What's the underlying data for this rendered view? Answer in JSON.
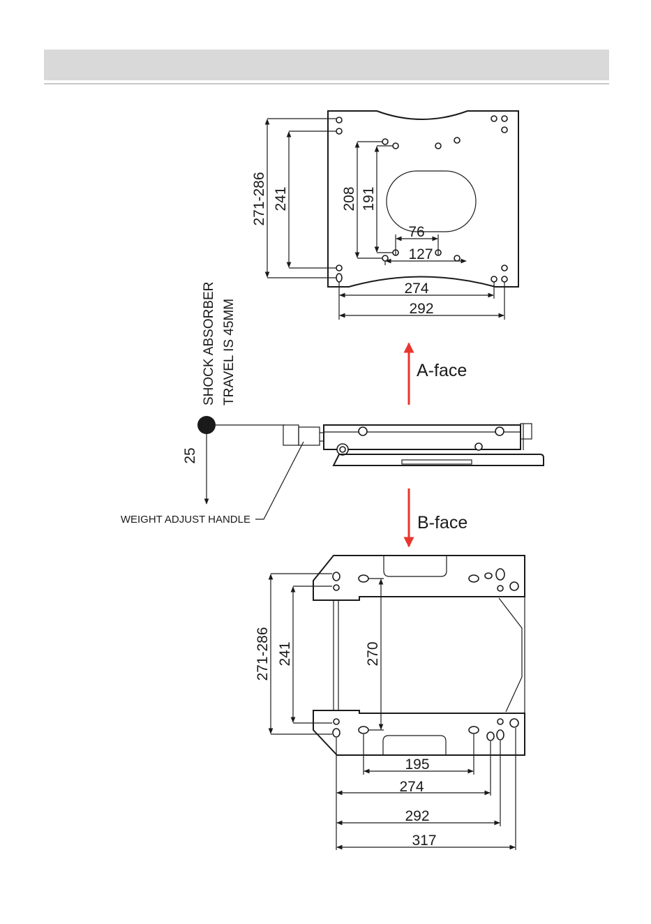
{
  "colors": {
    "header": "#d9d9d9",
    "line": "#1a1a1a",
    "arrow": "#e8362f"
  },
  "a_face": {
    "label": "A-face",
    "dims": {
      "overall_depth": "271-286",
      "hole_depth": "241",
      "depth_208": "208",
      "depth_191": "191",
      "width_76": "76",
      "width_127": "127",
      "width_274": "274",
      "width_292": "292"
    }
  },
  "side_view": {
    "shock_note_line1": "SHOCK ABSORBER",
    "shock_note_line2": "TRAVEL IS 45MM",
    "travel": "25",
    "handle_label": "WEIGHT ADJUST HANDLE"
  },
  "b_face": {
    "label": "B-face",
    "dims": {
      "overall_depth": "271-286",
      "hole_depth": "241",
      "depth_270": "270",
      "width_195": "195",
      "width_274": "274",
      "width_292": "292",
      "width_317": "317"
    }
  }
}
